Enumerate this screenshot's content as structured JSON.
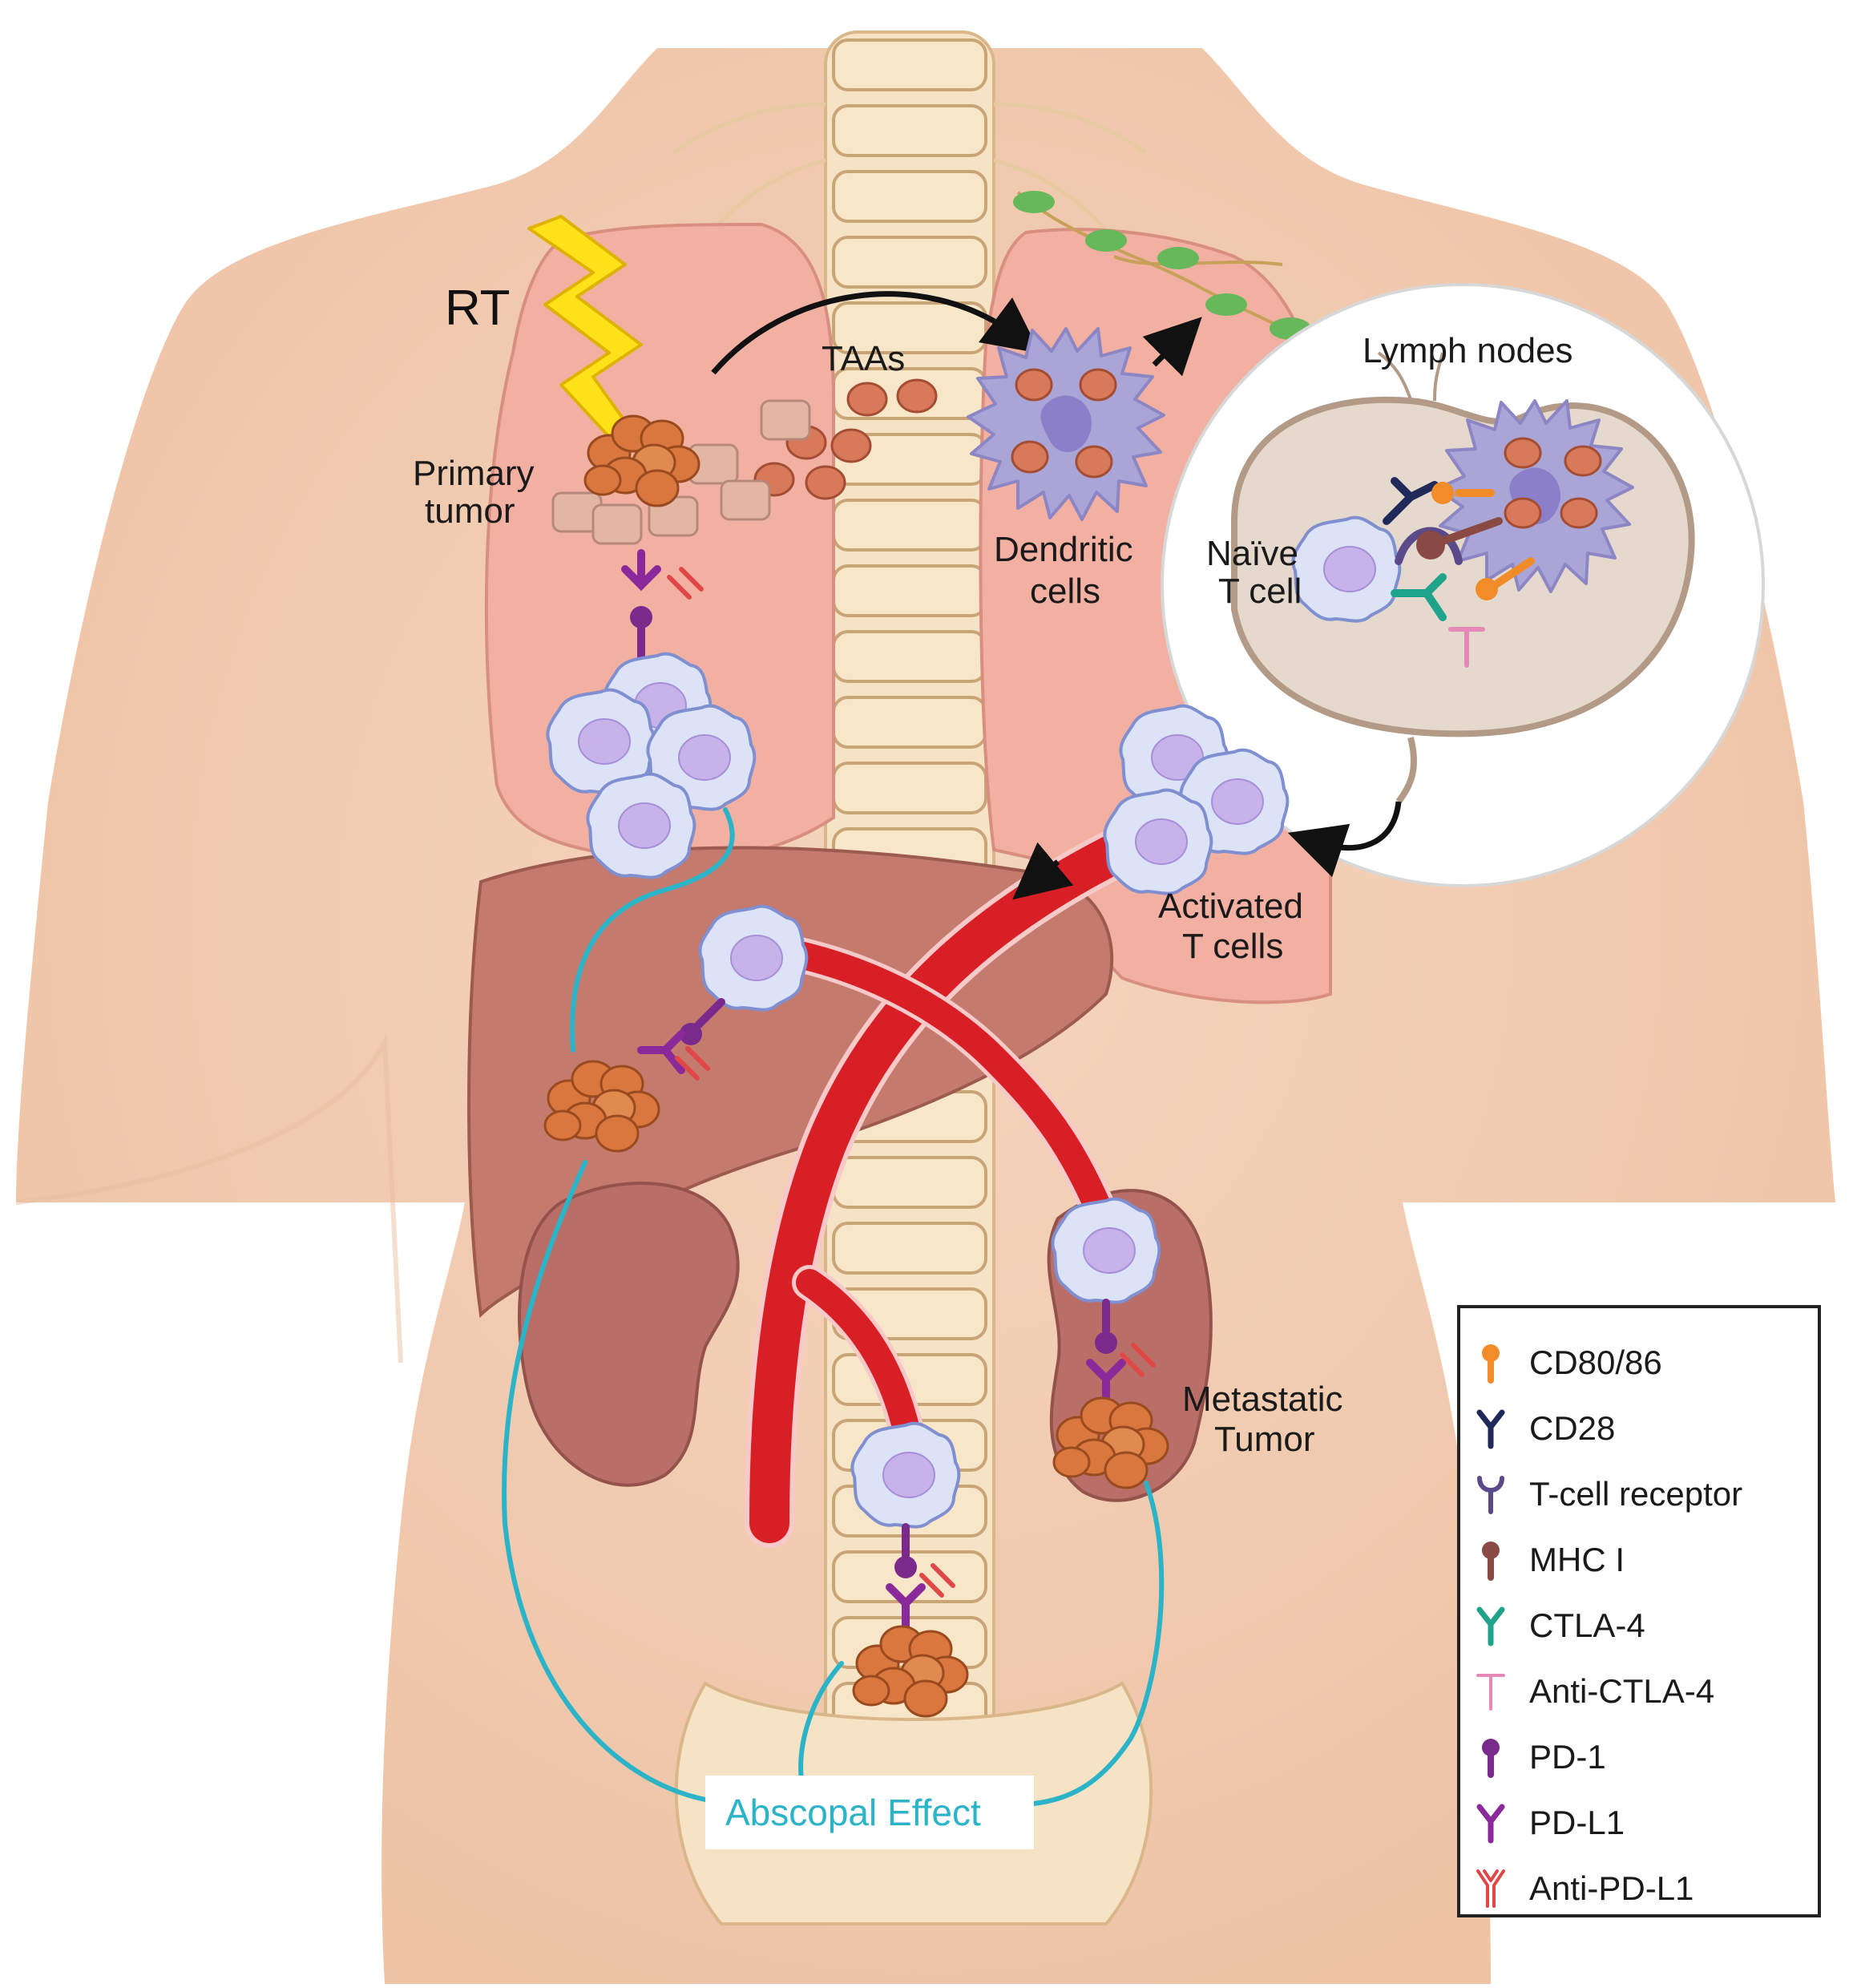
{
  "labels": {
    "rt": "RT",
    "taas": "TAAs",
    "primary_tumor_line1": "Primary",
    "primary_tumor_line2": "tumor",
    "dendritic_line1": "Dendritic",
    "dendritic_line2": "cells",
    "lymph_nodes": "Lymph nodes",
    "naive_line1": "Naïve",
    "naive_line2": "T cell",
    "activated_line1": "Activated",
    "activated_line2": "T cells",
    "metastatic_line1": "Metastatic",
    "metastatic_line2": "Tumor",
    "abscopal": "Abscopal Effect"
  },
  "legend": [
    {
      "label": "CD80/86",
      "color": "#f28c28",
      "icon": "ball-stick-icon"
    },
    {
      "label": "CD28",
      "color": "#1f2a5a",
      "icon": "y-receptor-icon"
    },
    {
      "label": "T-cell receptor",
      "color": "#5a4a8a",
      "icon": "u-receptor-icon"
    },
    {
      "label": "MHC I",
      "color": "#8a4a44",
      "icon": "ball-stick-icon"
    },
    {
      "label": "CTLA-4",
      "color": "#1fa38a",
      "icon": "y-receptor-icon"
    },
    {
      "label": "Anti-CTLA-4",
      "color": "#e58ab8",
      "icon": "t-blocker-icon"
    },
    {
      "label": "PD-1",
      "color": "#7a2a8a",
      "icon": "ball-stick-icon"
    },
    {
      "label": "PD-L1",
      "color": "#8a2a9a",
      "icon": "y-receptor-icon"
    },
    {
      "label": "Anti-PD-L1",
      "color": "#e04848",
      "icon": "antibody-icon"
    }
  ],
  "colors": {
    "skin": "#f3d2b8",
    "lung": "#f2b0a2",
    "liver": "#c47a6c",
    "kidney": "#b96f68",
    "vessel": "#d81f26",
    "spine": "#f5dfc0",
    "tumor": "#d9773f",
    "tcell": "#dde3f7",
    "dendritic": "#a9a5d6",
    "abscopal": "#2bb3c8",
    "rt_bolt": "#ffe21a"
  }
}
